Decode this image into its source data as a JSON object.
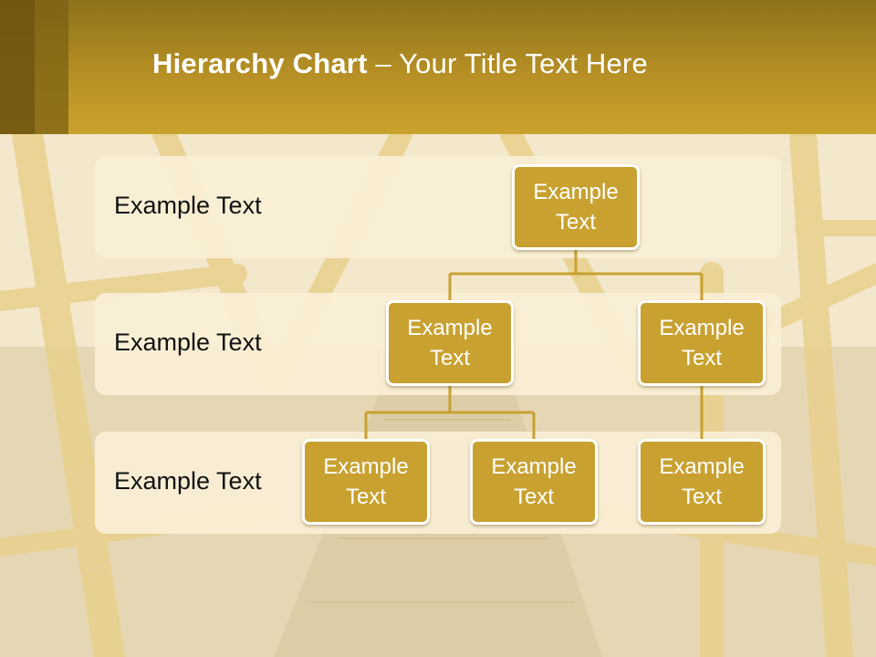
{
  "slide": {
    "title_bold": "Hierarchy Chart",
    "title_dash": " – ",
    "title_rest": "Your Title Text Here"
  },
  "rows": [
    {
      "label": "Example Text"
    },
    {
      "label": "Example Text"
    },
    {
      "label": "Example Text"
    }
  ],
  "nodes": {
    "root": "Example Text",
    "level2_left": "Example Text",
    "level2_right": "Example Text",
    "level3_left": "Example Text",
    "level3_middle": "Example Text",
    "level3_right": "Example Text"
  },
  "colors": {
    "header": "#b69025",
    "node_fill": "#c8a130",
    "connector": "#c8a130",
    "band": "#f9f0d6"
  }
}
